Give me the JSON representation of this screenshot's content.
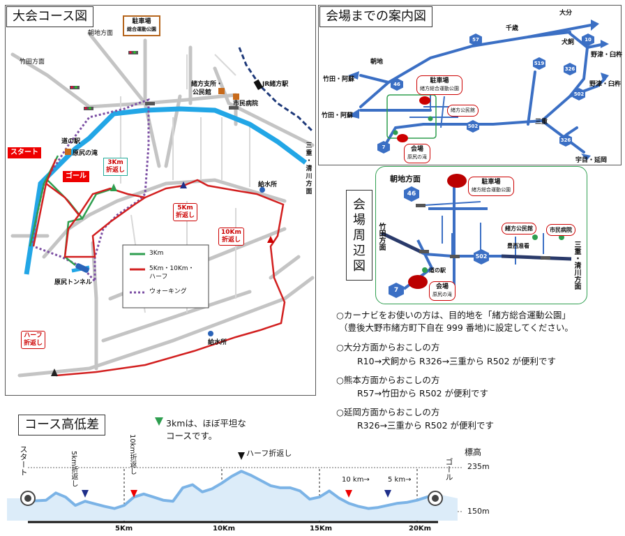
{
  "course_map": {
    "title": "大会コース図",
    "labels": {
      "asaji": "朝地方面",
      "taketa": "竹田方面",
      "parking": "駐車場",
      "parking_sub": "総合運動公園",
      "ogata_branch": "緒方支所・",
      "public_hall": "公民館",
      "jr": "JR緒方駅",
      "hospital": "市民病院",
      "michinoeki": "道の駅",
      "harajiri": "原尻の滝",
      "sanju": "三",
      "sanju2": "重",
      "kiyokawa": "・",
      "kiyokawa2": "清",
      "kiyokawa3": "川",
      "kiyokawa4": "方",
      "kiyokawa5": "面",
      "tunnel": "原尻トンネル",
      "water1": "給水所",
      "water2": "給水所",
      "start": "スタート",
      "goal": "ゴール",
      "turn3": "3Km",
      "turn3b": "折返し",
      "turn5": "5Km",
      "turn5b": "折返し",
      "turn10": "10Km",
      "turn10b": "折返し",
      "half": "ハーフ",
      "halfb": "折返し"
    },
    "legend": {
      "green": "3Km",
      "red": "5Km・10Km・",
      "red2": "ハーフ",
      "purple": "ウォーキング"
    }
  },
  "access_map": {
    "title": "会場までの案内図",
    "labels": {
      "oita": "大分",
      "senzai": "千歳",
      "inukai": "犬飼",
      "nozu1": "野津・臼杵",
      "nozu2": "野津・臼杵",
      "asaji": "朝地",
      "taketa_aso1": "竹田・阿蘇",
      "taketa_aso2": "竹田・阿蘇",
      "mie": "三重",
      "uki": "宇目・延岡",
      "parking": "駐車場",
      "parking_sub": "緒方総合運動公園",
      "public_hall": "緒方公民館",
      "venue": "会場",
      "venue_sub": "原尻の滝"
    },
    "routes": [
      "57",
      "10",
      "519",
      "326",
      "502",
      "46",
      "7",
      "502",
      "326"
    ]
  },
  "vicinity_map": {
    "title_chars": [
      "会",
      "場",
      "周",
      "辺",
      "図"
    ],
    "labels": {
      "asaji": "朝地方面",
      "taketa": "竹田方面",
      "parking": "駐車場",
      "parking_sub": "緒方総合運動公園",
      "public_hall": "緒方公民館",
      "hospital": "市民病院",
      "toyonishi": "豊西准看",
      "michinoeki": "道の駅",
      "venue": "会場",
      "venue_sub": "原尻の滝",
      "mie": "三重・清川方面"
    },
    "routes": [
      "46",
      "502",
      "7"
    ]
  },
  "notes": [
    "○カーナビをお使いの方は、目的地を「緒方総合運動公園」",
    "（豊後大野市緒方町下自在 999 番地)に設定してください。",
    "○大分方面からおこしの方",
    "R10→犬飼から R326→三重から R502 が便利です",
    "○熊本方面からおこしの方",
    "R57→竹田から R502 が便利です",
    "○延岡方面からおこしの方",
    "R326→三重から R502 が便利です"
  ],
  "elevation": {
    "title": "コース高低差",
    "note_line1": "3kmは、ほぼ平坦な",
    "note_line2": "コースです。",
    "ylabel": "標高",
    "y_max_label": "235m",
    "y_min_label": "150m",
    "x_ticks": [
      "5Km",
      "10Km",
      "15Km",
      "20Km"
    ],
    "start_label": "スタート",
    "goal_label": "ゴール",
    "turn5": "5km折返し",
    "turn10": "10km折返し",
    "half_turn": "ハーフ折返し",
    "turn10_back": "10 km→",
    "turn5_back": "5 km→"
  },
  "chart_data": {
    "type": "line",
    "title": "コース高低差",
    "xlabel": "",
    "ylabel": "標高",
    "ylim": [
      150,
      235
    ],
    "x_ticks": [
      "5Km",
      "10Km",
      "15Km",
      "20Km"
    ],
    "x": [
      0,
      1,
      1.5,
      2,
      2.5,
      3,
      3.5,
      4,
      4.5,
      5,
      5.5,
      6,
      6.5,
      7,
      7.5,
      8,
      8.5,
      9,
      9.5,
      10,
      10.5,
      11,
      11.5,
      12,
      12.5,
      13,
      13.5,
      14,
      14.5,
      15,
      15.5,
      16,
      16.5,
      17,
      17.5,
      18,
      18.5,
      19,
      19.5,
      20,
      20.5,
      21
    ],
    "series": [
      {
        "values": [
          170,
          172,
          186,
          178,
          162,
          170,
          165,
          160,
          156,
          162,
          178,
          184,
          178,
          172,
          170,
          196,
          202,
          188,
          194,
          205,
          218,
          228,
          220,
          210,
          200,
          196,
          196,
          190,
          174,
          178,
          190,
          176,
          166,
          160,
          156,
          158,
          162,
          166,
          168,
          172,
          178,
          184
        ]
      }
    ]
  },
  "colors": {
    "course_red": "#d21f1f",
    "course_green": "#2e9e4f",
    "walking_purple": "#7b4ea3",
    "river": "#22a6e6",
    "road_gray": "#bfbfbf",
    "highway_blue": "#3b6fc4",
    "elev_line": "#7bb3e6",
    "elev_fill": "#dcecf9"
  }
}
